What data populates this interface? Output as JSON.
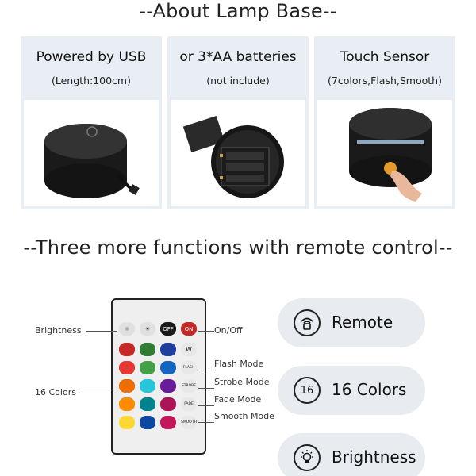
{
  "about_heading": "--About Lamp Base--",
  "cards": [
    {
      "title": "Powered by USB",
      "subtitle": "(Length:100cm)"
    },
    {
      "title": "or 3*AA batteries",
      "subtitle": "(not include)"
    },
    {
      "title": "Touch Sensor",
      "subtitle": "(7colors,Flash,Smooth)"
    }
  ],
  "functions_heading": "--Three more functions with remote control--",
  "remote": {
    "top_keys": [
      "☼",
      "☀",
      "OFF",
      "ON"
    ],
    "side_keys": [
      "W",
      "FLASH",
      "STROBE",
      "FADE",
      "SMOOTH"
    ],
    "colors": [
      "#c62828",
      "#2e7d32",
      "#1e3f9e",
      "#e53935",
      "#43a047",
      "#1565c0",
      "#ef6c00",
      "#26c6da",
      "#6a1b9a",
      "#fb8c00",
      "#00838f",
      "#ad1457",
      "#fdd835",
      "#0d47a1",
      "#c2185b"
    ]
  },
  "callouts": {
    "brightness": "Brightness",
    "colors16": "16 Colors",
    "onoff": "On/Off",
    "flash": "Flash Mode",
    "strobe": "Strobe Mode",
    "fade": "Fade Mode",
    "smooth": "Smooth Mode"
  },
  "pills": [
    {
      "icon": "remote-icon",
      "icon_text": "",
      "label": "Remote"
    },
    {
      "icon": "sixteen-icon",
      "icon_text": "16",
      "label": "16 Colors"
    },
    {
      "icon": "bulb-icon",
      "icon_text": "",
      "label": "Brightness"
    }
  ]
}
